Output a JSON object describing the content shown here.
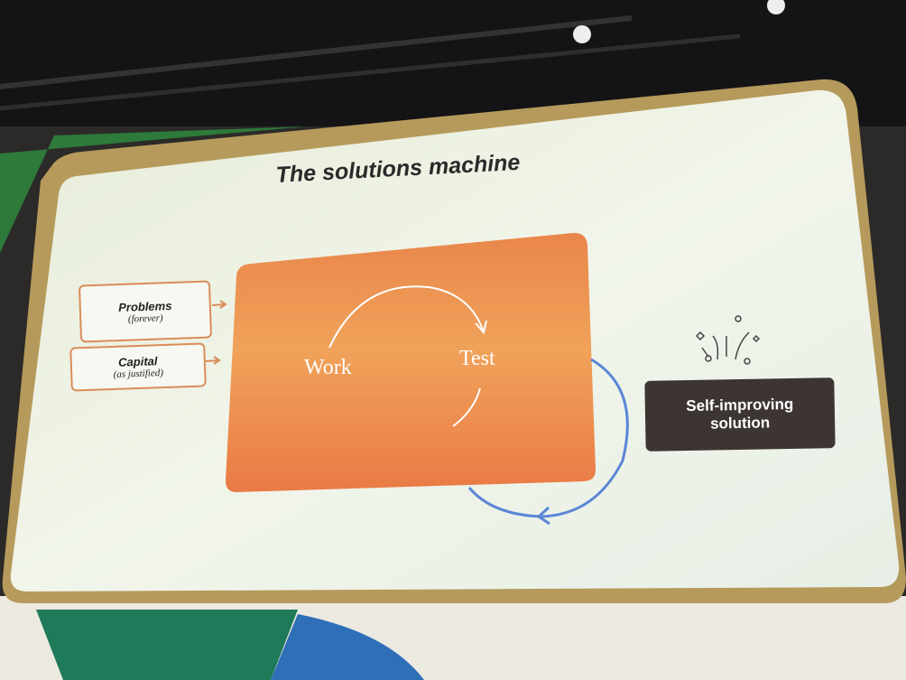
{
  "slide": {
    "title": "The solutions machine",
    "inputs": [
      {
        "label": "Problems",
        "note": "(forever)"
      },
      {
        "label": "Capital",
        "note": "(as justified)"
      }
    ],
    "cycle": {
      "left_label": "Work",
      "right_label": "Test"
    },
    "output": {
      "line1": "Self-improving",
      "line2": "solution"
    },
    "colors": {
      "accent_orange": "#e98a4a",
      "loop_blue": "#5b86d6",
      "output_box": "#3d3533"
    }
  }
}
